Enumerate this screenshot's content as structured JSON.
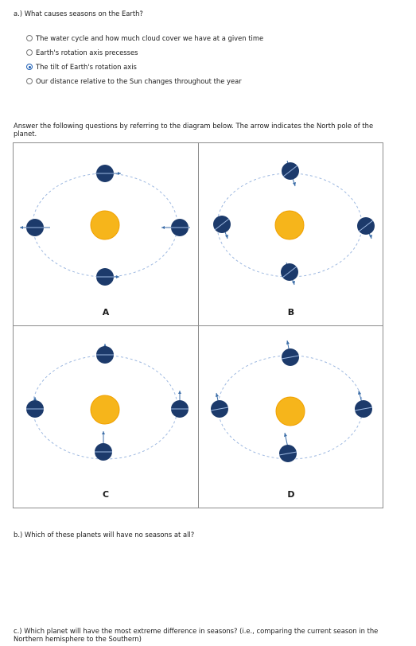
{
  "question_a": {
    "text": "a.) What causes seasons on the Earth?",
    "options": [
      {
        "label": "The water cycle and how much cloud cover we have at a given time",
        "selected": false
      },
      {
        "label": "Earth's rotation axis precesses",
        "selected": false
      },
      {
        "label": "The tilt of Earth's rotation axis",
        "selected": true
      },
      {
        "label": "Our distance relative to the Sun changes throughout the year",
        "selected": false
      }
    ]
  },
  "instructions": "Answer the following questions by referring to the diagram below. The arrow indicates the North pole of the planet.",
  "diagram": {
    "panels": [
      {
        "label": "A"
      },
      {
        "label": "B"
      },
      {
        "label": "C"
      },
      {
        "label": "D"
      }
    ],
    "colors": {
      "sun": "#f6b51b",
      "planet": "#1c3a6b",
      "orbit": "#9db8e0"
    }
  },
  "question_b": {
    "text": "b.) Which of these planets will have no seasons at all?"
  },
  "question_c": {
    "text": "c.) Which planet will have the most extreme difference in seasons? (i.e., comparing the current season in the Northern hemisphere to the Southern)"
  }
}
